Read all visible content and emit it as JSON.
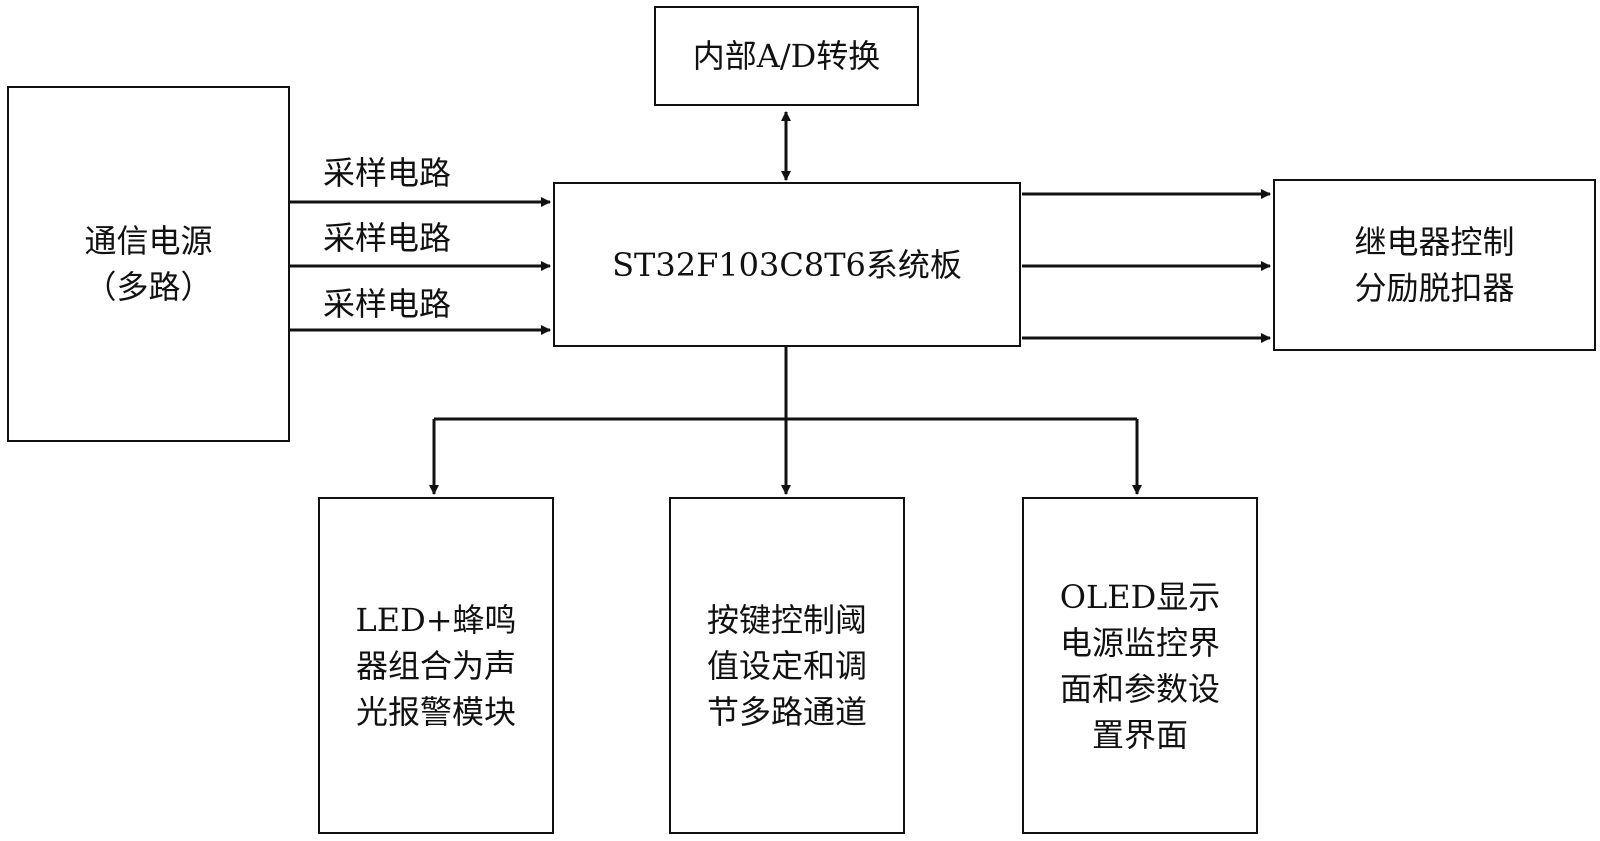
{
  "boxes": {
    "power": "通信电源\n（多路）",
    "adc": "内部A/D转换",
    "mcu": "ST32F103C8T6系统板",
    "relay": "继电器控制\n分励脱扣器",
    "alarm": "LED+蜂鸣\n器组合为声\n光报警模块",
    "keys": "按键控制阈\n值设定和调\n节多路通道",
    "oled": "OLED显示\n电源监控界\n面和参数设\n置界面"
  },
  "sampling_labels": [
    "采样电路",
    "采样电路",
    "采样电路"
  ],
  "colors": {
    "stroke": "#111111",
    "background": "#ffffff"
  }
}
